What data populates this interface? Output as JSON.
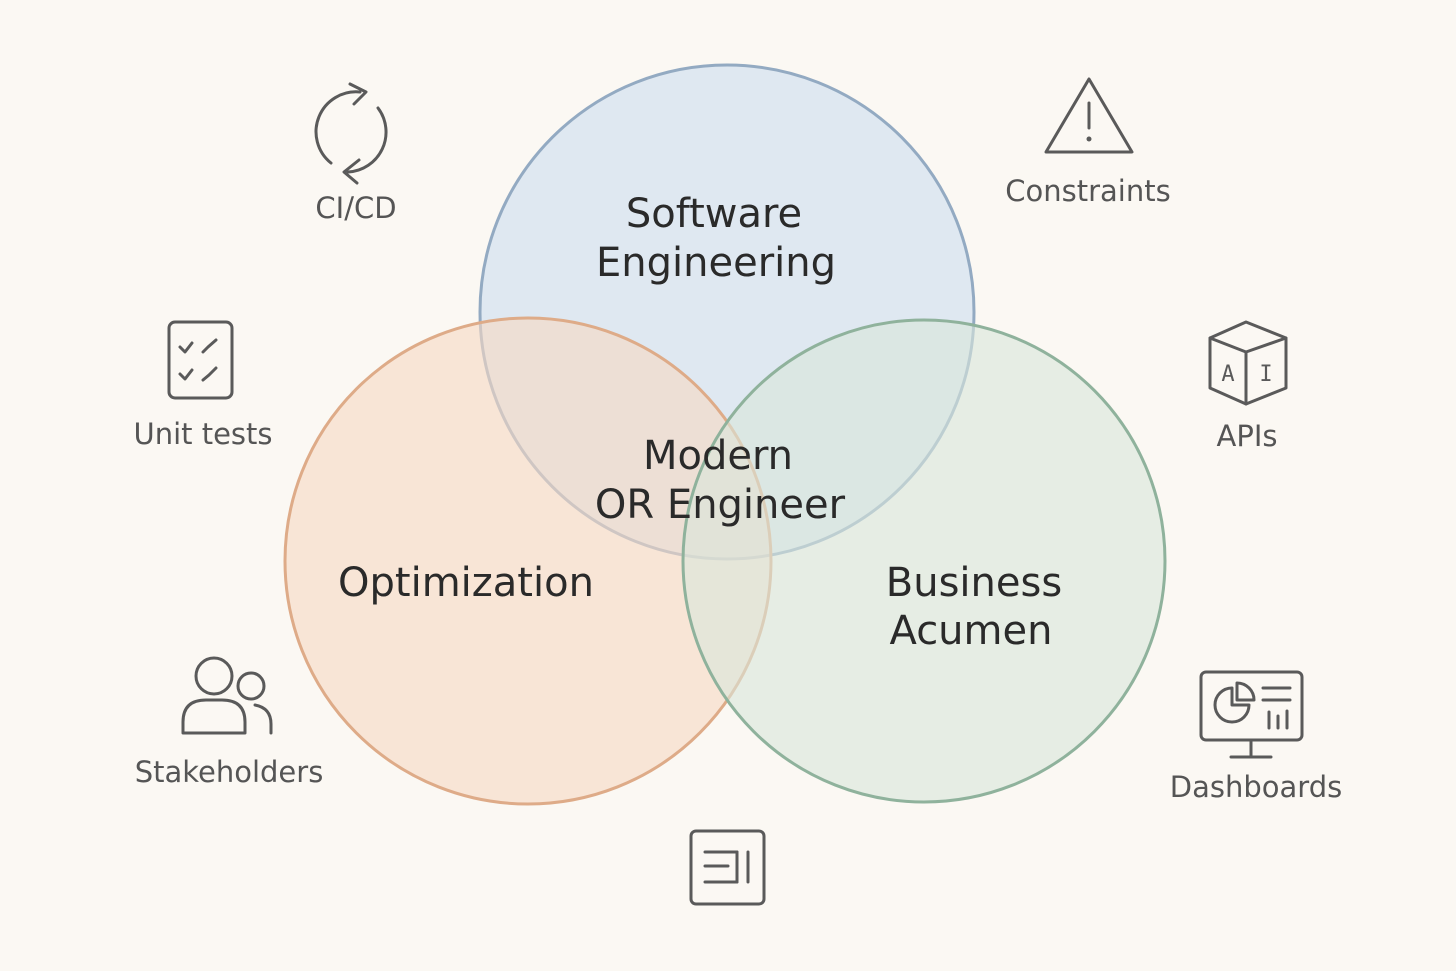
{
  "colors": {
    "background": "#fbf8f3",
    "software_engineering_fill": "#d6e3f0",
    "software_engineering_stroke": "#93aac2",
    "optimization_fill": "#f6d9c3",
    "optimization_stroke": "#deab88",
    "business_acumen_fill": "#d9e6da",
    "business_acumen_stroke": "#8fb29c",
    "icon": "#5a5a5a",
    "text": "#2a2a2a"
  },
  "circles": {
    "software_engineering": {
      "line1": "Software",
      "line2": "Engineering"
    },
    "optimization": {
      "line1": "Optimization"
    },
    "business_acumen": {
      "line1": "Business",
      "line2": "Acumen"
    }
  },
  "center": {
    "line1": "Modern",
    "line2": "OR Engineer"
  },
  "icons": {
    "cicd": {
      "icon": "refresh-cycle-icon",
      "label": "CI/CD"
    },
    "constraints": {
      "icon": "warning-triangle-icon",
      "label": "Constraints"
    },
    "unit_tests": {
      "icon": "checklist-icon",
      "label": "Unit tests"
    },
    "apis": {
      "icon": "cube-icon",
      "label": "APIs",
      "cube_letters": [
        "A",
        "I"
      ]
    },
    "stakeholders": {
      "icon": "people-icon",
      "label": "Stakeholders"
    },
    "dashboards": {
      "icon": "monitor-chart-icon",
      "label": "Dashboards"
    },
    "bottom": {
      "icon": "panel-icon",
      "label": ""
    }
  }
}
